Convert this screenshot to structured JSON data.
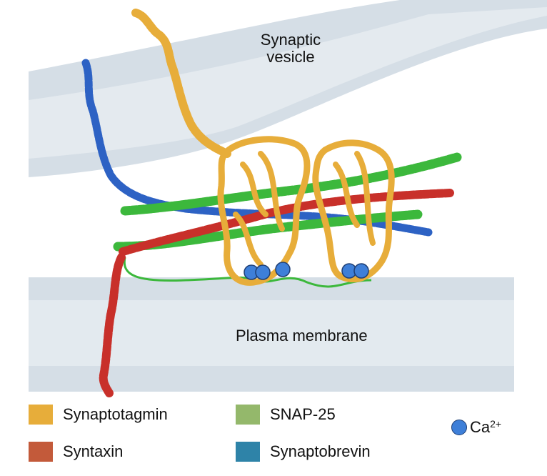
{
  "labels": {
    "vesicle": "Synaptic vesicle",
    "membrane": "Plasma membrane"
  },
  "legend": [
    {
      "label": "Synaptotagmin",
      "color": "#e7ad3a"
    },
    {
      "label": "SNAP-25",
      "color": "#94b86b"
    },
    {
      "label": "Syntaxin",
      "color": "#c35a3a"
    },
    {
      "label": "Synaptobrevin",
      "color": "#2e83a8"
    }
  ],
  "ion": {
    "base": "Ca",
    "charge": "2+",
    "color": "#3e7fd8"
  },
  "colors": {
    "membrane": "#d5dee6",
    "membrane_band": "#e3eaef",
    "synaptotagmin": "#e7ad3a",
    "syntaxin": "#c8302a",
    "snap25": "#3cb83c",
    "synaptobrevin": "#2d62c4"
  }
}
